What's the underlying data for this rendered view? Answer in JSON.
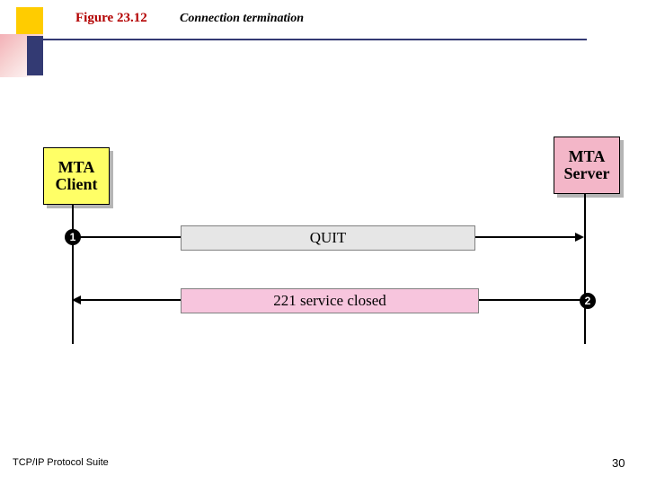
{
  "header": {
    "figure_label": "Figure 23.12",
    "figure_title": "Connection termination"
  },
  "footer": {
    "suite_label": "TCP/IP Protocol Suite",
    "page_number": "30"
  },
  "diagram": {
    "nodes": [
      {
        "id": "client",
        "line1": "MTA",
        "line2": "Client",
        "color": "#ffff66"
      },
      {
        "id": "server",
        "line1": "MTA",
        "line2": "Server",
        "color": "#f3b6c8"
      }
    ],
    "messages": [
      {
        "id": "quit",
        "text": "QUIT",
        "direction": "right",
        "color": "#e6e6e6"
      },
      {
        "id": "closed",
        "text": "221 service closed",
        "direction": "left",
        "color": "#f7c5dd"
      }
    ],
    "steps": [
      {
        "id": "step-1",
        "label": "1"
      },
      {
        "id": "step-2",
        "label": "2"
      }
    ]
  }
}
